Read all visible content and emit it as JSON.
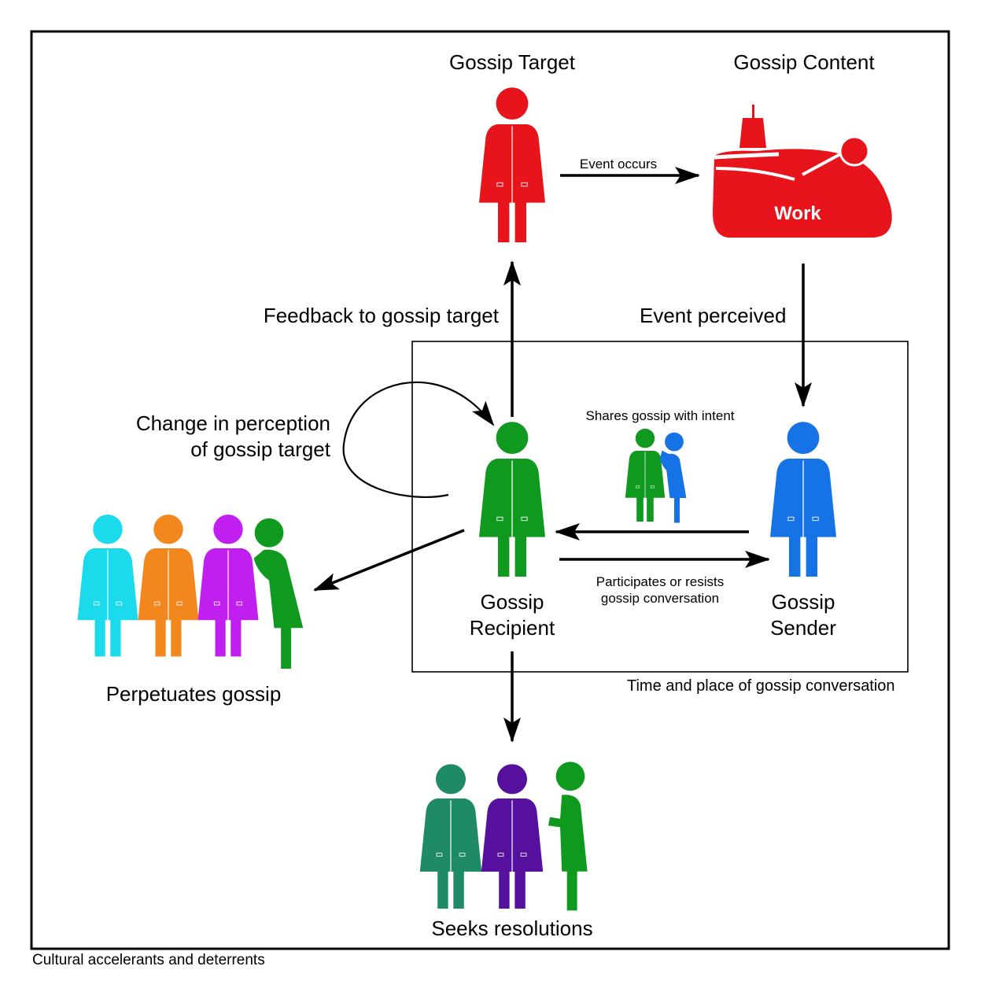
{
  "labels": {
    "gossip_target": "Gossip Target",
    "gossip_content": "Gossip Content",
    "event_occurs": "Event occurs",
    "work": "Work",
    "feedback": "Feedback to gossip target",
    "event_perceived": "Event perceived",
    "change_line1": "Change in perception",
    "change_line2": "of gossip target",
    "shares_gossip": "Shares gossip with intent",
    "participates_line1": "Participates or resists",
    "participates_line2": "gossip conversation",
    "recipient_line1": "Gossip",
    "recipient_line2": "Recipient",
    "sender_line1": "Gossip",
    "sender_line2": "Sender",
    "perpetuates": "Perpetuates gossip",
    "time_place": "Time and place of gossip conversation",
    "seeks": "Seeks resolutions",
    "cultural": "Cultural accelerants and deterrents"
  },
  "colors": {
    "target_red": "#e8141c",
    "recipient_green": "#0f9a1f",
    "sender_blue": "#1673e6",
    "cyan": "#1bdaec",
    "orange": "#f2871e",
    "purple": "#c01ff0",
    "teal": "#1e8a66",
    "indigo": "#55119e"
  },
  "icons": [
    "gossip-target-person-icon",
    "hospital-bed-icon",
    "gossip-recipient-person-icon",
    "gossip-sender-person-icon",
    "whispering-pair-icon",
    "perpetuating-group-icon",
    "resolution-group-icon"
  ]
}
